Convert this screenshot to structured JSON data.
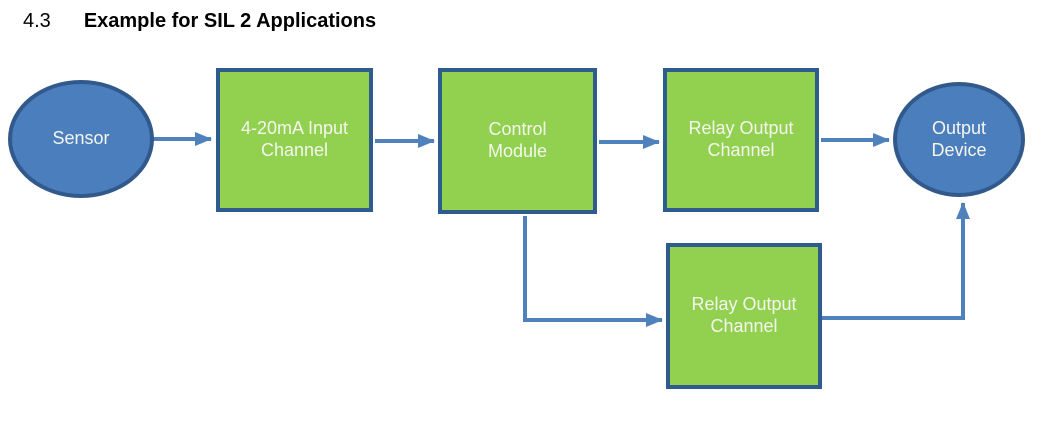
{
  "heading": {
    "number": "4.3",
    "title": "Example for SIL 2 Applications"
  },
  "diagram": {
    "nodes": [
      {
        "id": "sensor",
        "shape": "ellipse",
        "label": "Sensor"
      },
      {
        "id": "input-channel",
        "shape": "rect",
        "label": "4-20mA Input\nChannel"
      },
      {
        "id": "control-module",
        "shape": "rect",
        "label": "Control\nModule"
      },
      {
        "id": "relay-output-1",
        "shape": "rect",
        "label": "Relay Output\nChannel"
      },
      {
        "id": "relay-output-2",
        "shape": "rect",
        "label": "Relay Output\nChannel"
      },
      {
        "id": "output-device",
        "shape": "ellipse",
        "label": "Output\nDevice"
      }
    ],
    "edges": [
      {
        "from": "sensor",
        "to": "input-channel",
        "route": "straight"
      },
      {
        "from": "input-channel",
        "to": "control-module",
        "route": "straight"
      },
      {
        "from": "control-module",
        "to": "relay-output-1",
        "route": "straight"
      },
      {
        "from": "relay-output-1",
        "to": "output-device",
        "route": "straight"
      },
      {
        "from": "control-module",
        "to": "relay-output-2",
        "route": "elbow-down-right"
      },
      {
        "from": "relay-output-2",
        "to": "output-device",
        "route": "elbow-right-up"
      }
    ],
    "colors": {
      "box_fill": "#92d050",
      "box_border": "#2f5c8f",
      "ellipse_fill": "#4b7ebc",
      "ellipse_border": "#31598c",
      "connector": "#4f81bd",
      "shape_text": "#f5f5ef",
      "heading_text": "#000000"
    }
  }
}
